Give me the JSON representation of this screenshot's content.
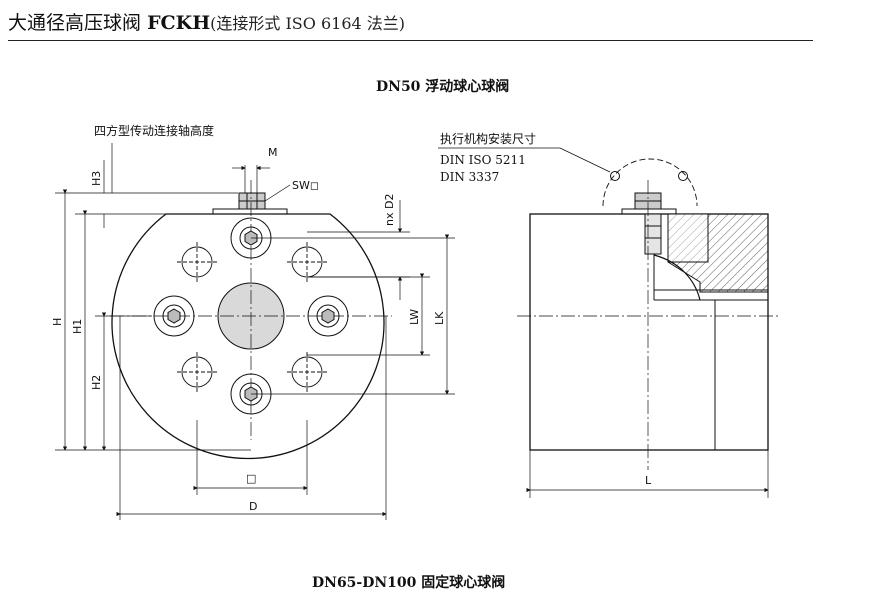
{
  "header": {
    "title_cn": "大通径高压球阀",
    "title_code": "FCKH",
    "title_sub": "(连接形式 ISO 6164 法兰)"
  },
  "captions": {
    "top": "DN50   浮动球心球阀",
    "bottom": "DN65-DN100   固定球心球阀"
  },
  "front_view": {
    "note": "四方型传动连接轴高度",
    "labels": {
      "m": "M",
      "sw": "SW◻",
      "nxd2": "nx D2",
      "h3": "H3",
      "h": "H",
      "h1": "H1",
      "h2": "H2",
      "lw": "LW",
      "lk": "LK",
      "square": "□",
      "d": "D"
    }
  },
  "side_view": {
    "note": "执行机构安装尺寸",
    "standards": [
      "DIN ISO 5211",
      "DIN 3337"
    ],
    "labels": {
      "l": "L"
    }
  }
}
